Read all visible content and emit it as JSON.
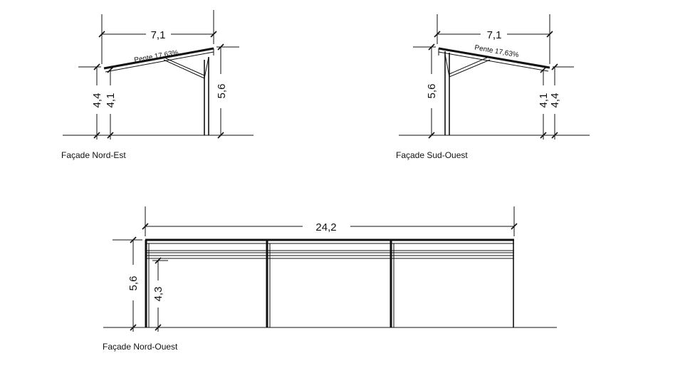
{
  "views": {
    "north_east": {
      "caption": "Façade Nord-Est",
      "width": "7,1",
      "height_high": "5,6",
      "height_low_outer": "4,4",
      "height_low_inner": "4,1",
      "slope": "Pente 17,63%"
    },
    "south_west": {
      "caption": "Façade Sud-Ouest",
      "width": "7,1",
      "height_high": "5,6",
      "height_low_outer": "4,4",
      "height_low_inner": "4,1",
      "slope": "Pente 17,63%"
    },
    "north_west": {
      "caption": "Façade Nord-Ouest",
      "length": "24,2",
      "height_total": "5,6",
      "height_clear": "4,3"
    }
  },
  "colors": {
    "line": "#111111",
    "background": "#ffffff"
  }
}
